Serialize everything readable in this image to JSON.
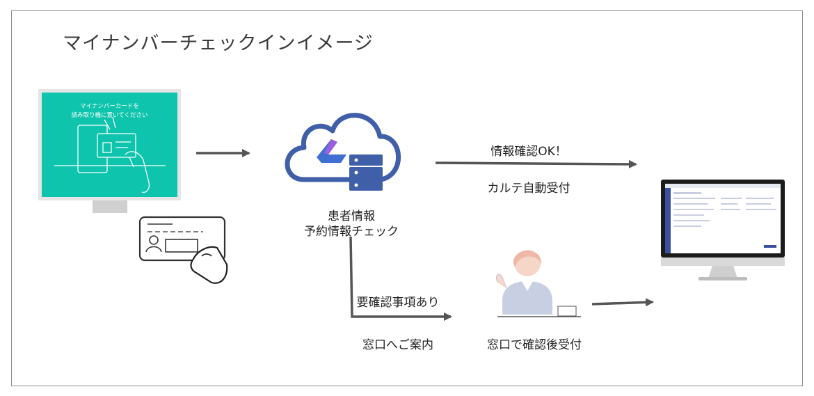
{
  "title": "マイナンバーチェックインイメージ",
  "kiosk": {
    "line1": "マイナンバーカードを",
    "line2": "読み取り機に置いてください",
    "screen_color": "#0fc4ac"
  },
  "cloud": {
    "label_line1": "患者情報",
    "label_line2": "予約情報チェック",
    "color": "#3f5fa8"
  },
  "top_path": {
    "label_above": "情報確認OK！",
    "label_below": "カルテ自動受付"
  },
  "bottom_path": {
    "label_above": "要確認事項あり",
    "label_below": "窓口へご案内"
  },
  "reception": {
    "label": "窓口で確認後受付"
  },
  "colors": {
    "arrow": "#555555",
    "border": "#8c8c8c"
  }
}
